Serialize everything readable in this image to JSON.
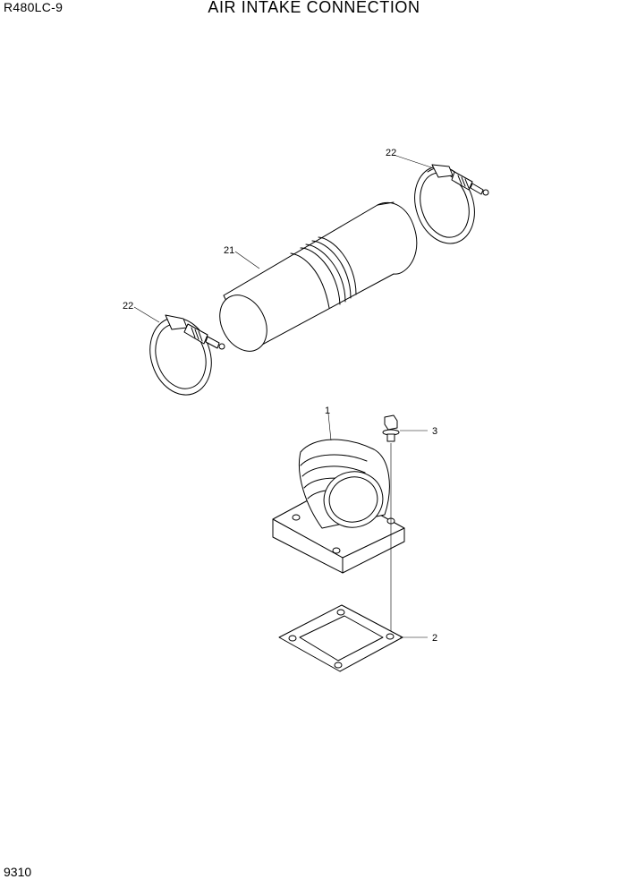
{
  "header": {
    "model": "R480LC-9",
    "title": "AIR INTAKE CONNECTION"
  },
  "footer": {
    "page_number": "9310"
  },
  "callouts": [
    {
      "id": "pipe",
      "label": "21"
    },
    {
      "id": "clamp_upper",
      "label": "22"
    },
    {
      "id": "clamp_lower",
      "label": "22"
    },
    {
      "id": "elbow",
      "label": "1"
    },
    {
      "id": "bolt",
      "label": "3"
    },
    {
      "id": "gasket",
      "label": "2"
    }
  ]
}
